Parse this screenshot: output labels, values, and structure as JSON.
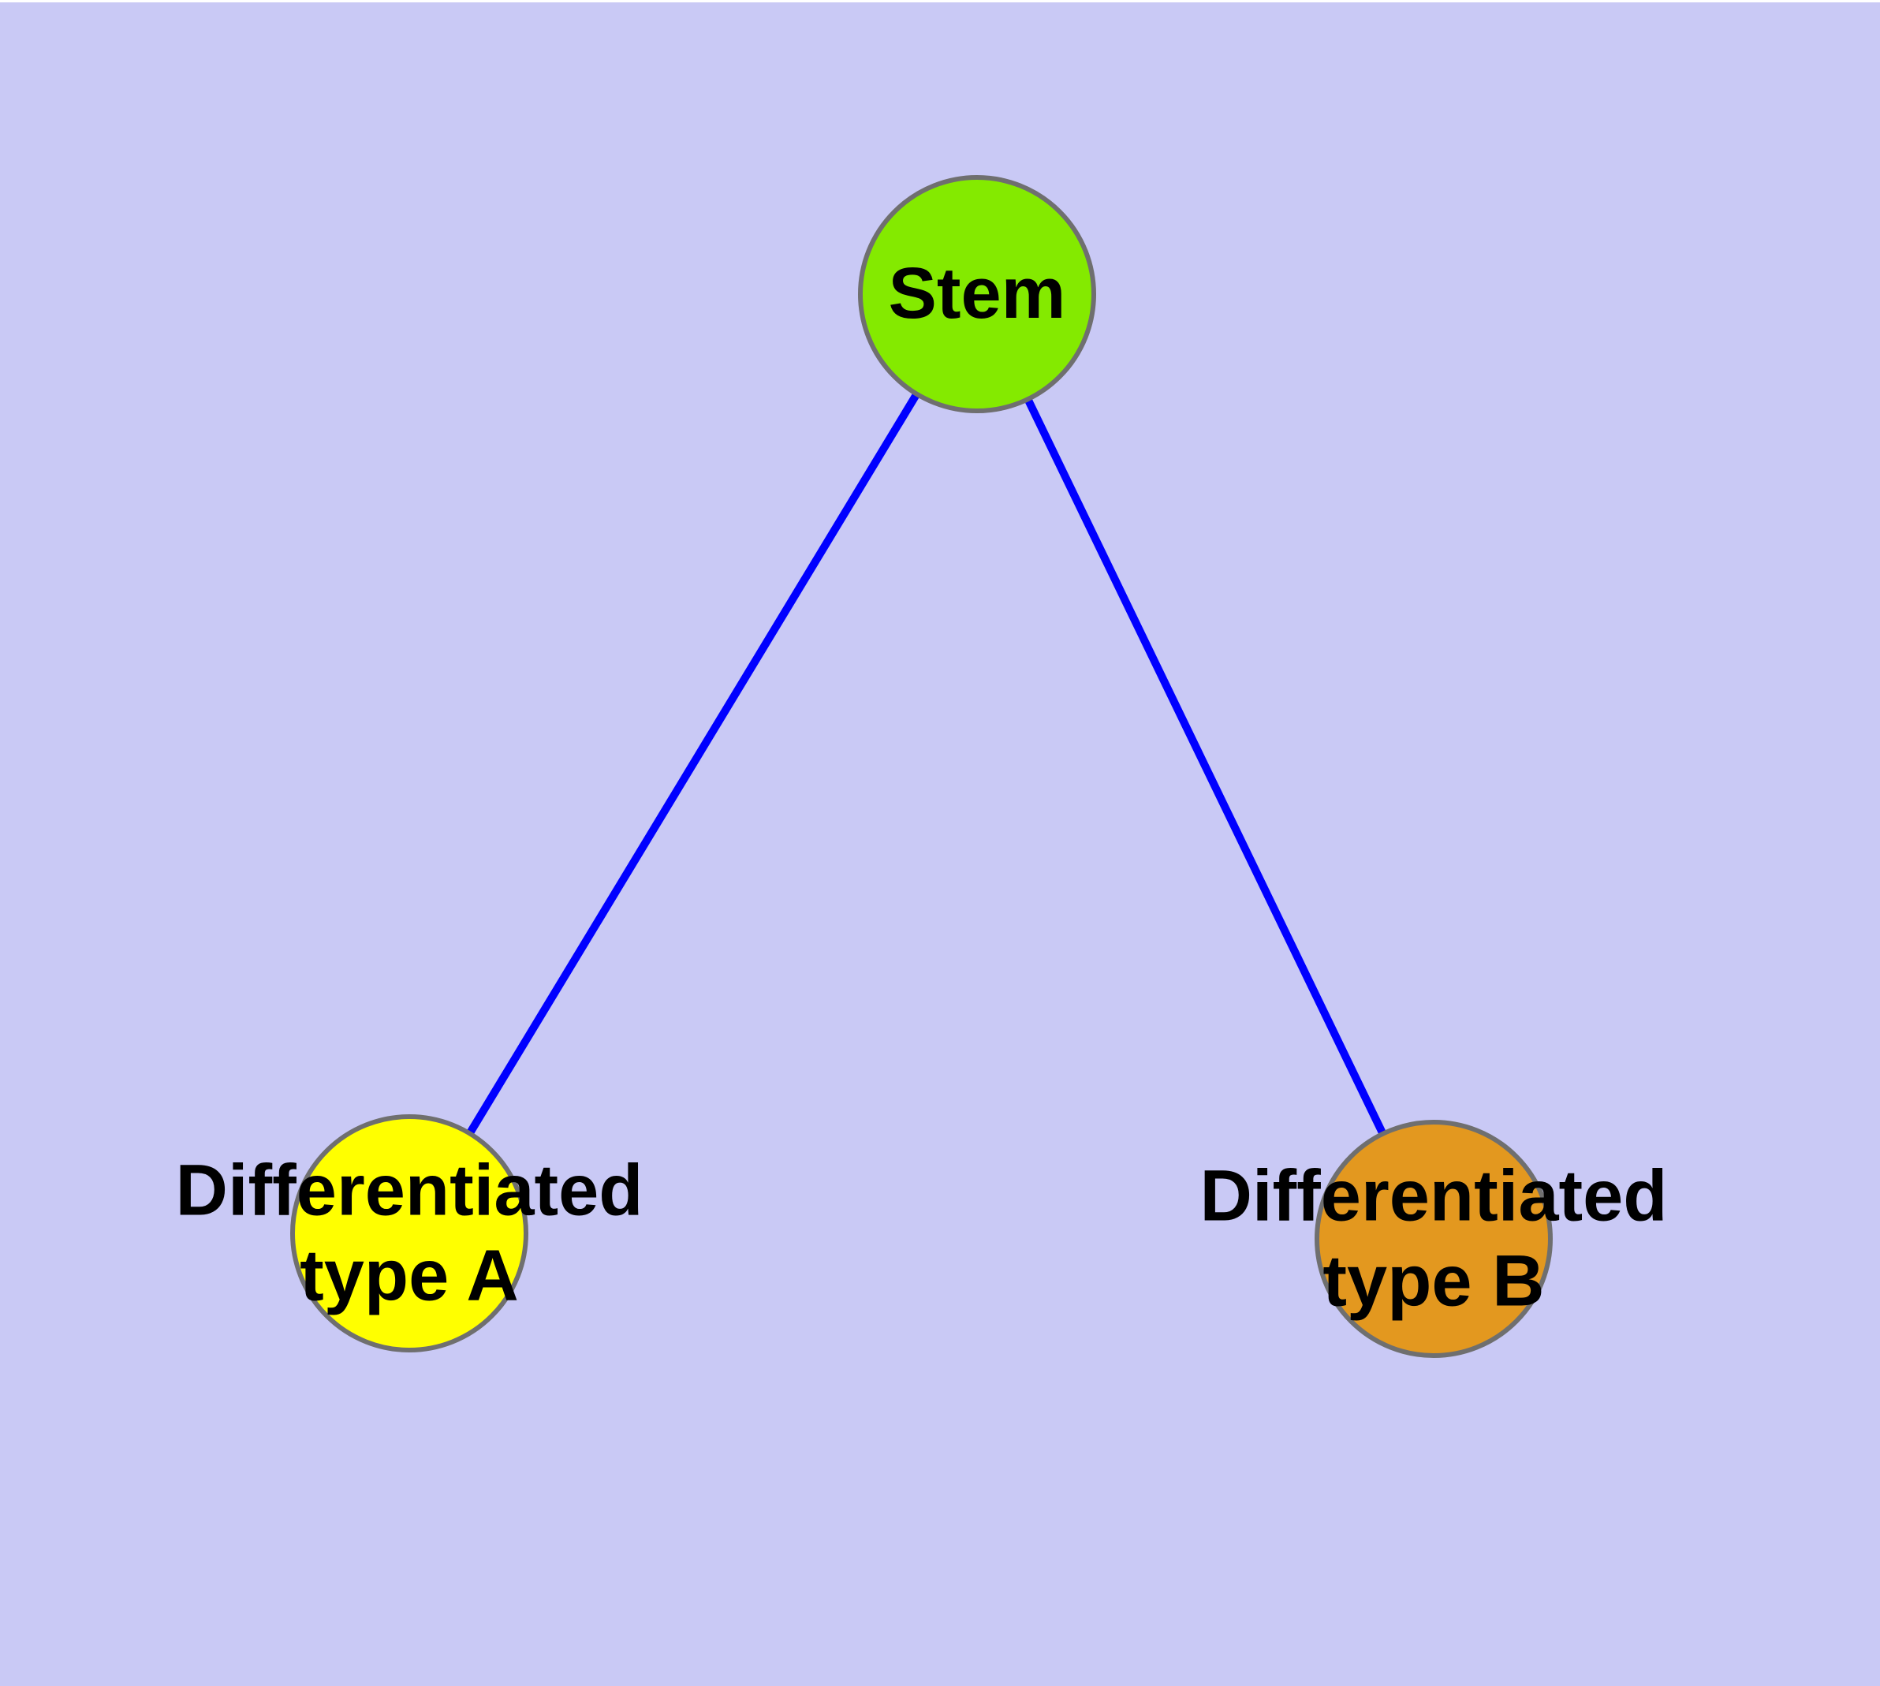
{
  "diagram": {
    "background_color": "#c9c9f5",
    "edge_color": "#0000ff",
    "node_border_color": "#6f6f6f",
    "text_color": "#000000",
    "nodes": [
      {
        "id": "stem",
        "label": "Stem",
        "fill": "#84ea00"
      },
      {
        "id": "diff-a",
        "label": "Differentiated\ntype A",
        "fill": "#ffff00"
      },
      {
        "id": "diff-b",
        "label": "Differentiated\ntype B",
        "fill": "#e3981f"
      }
    ],
    "edges": [
      {
        "from": "stem",
        "to": "diff-a"
      },
      {
        "from": "stem",
        "to": "diff-b"
      }
    ]
  }
}
